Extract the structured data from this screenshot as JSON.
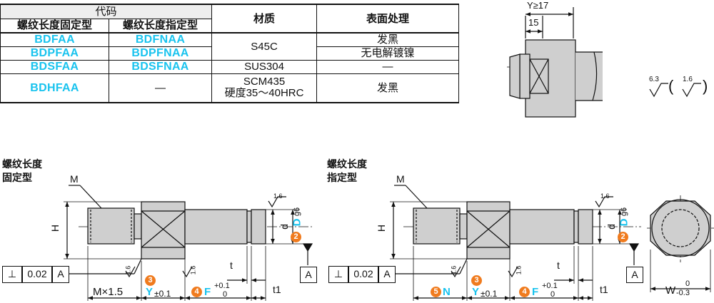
{
  "table": {
    "header_group": "代码",
    "col_fixed": "螺纹长度固定型",
    "col_specified": "螺纹长度指定型",
    "col_material": "材质",
    "col_surface": "表面处理",
    "rows": [
      {
        "fixed": "BDFAA",
        "specified": "BDFNAA",
        "material": "S45C",
        "surface": "发黑"
      },
      {
        "fixed": "BDPFAA",
        "specified": "BDPFNAA",
        "material": "",
        "surface": "无电解镀镍"
      },
      {
        "fixed": "BDSFAA",
        "specified": "BDSFNAA",
        "material": "SUS304",
        "surface": "—"
      },
      {
        "fixed": "BDHFAA",
        "specified": "—",
        "material": "SCM435",
        "material_line2": "硬度35～40HRC",
        "surface": "发黑"
      }
    ]
  },
  "detail": {
    "y_label": "Y≥17",
    "dim_15": "15"
  },
  "roughness": {
    "main": "6.3",
    "paren_open": "(",
    "paren_value": "1.6",
    "paren_close": ")"
  },
  "left_view": {
    "title_line1": "螺纹长度",
    "title_line2": "固定型",
    "label_M": "M",
    "label_H": "H",
    "label_d": "d",
    "label_D": "D",
    "label_g6": "g6",
    "circle_D": "2",
    "rough_top": "1.6",
    "rough_mid1": "1.6",
    "rough_mid2": "1.6",
    "label_t": "t",
    "label_t1": "t1",
    "perp_symbol": "⊥",
    "perp_value": "0.02",
    "perp_datum": "A",
    "datum": "A",
    "dim_M": "M×1.5",
    "circle_Y": "3",
    "label_Y": "Y",
    "tol_Y": "±0.1",
    "circle_F": "4",
    "label_F": "F",
    "tol_F_up": "+0.1",
    "tol_F_low": "0"
  },
  "right_view": {
    "title_line1": "螺纹长度",
    "title_line2": "指定型",
    "label_M": "M",
    "label_H": "H",
    "label_d": "d",
    "label_D": "D",
    "label_g6": "g6",
    "circle_D": "2",
    "rough_top": "1.6",
    "rough_mid1": "1.6",
    "rough_mid2": "1.6",
    "label_t": "t",
    "label_t1": "t1",
    "perp_symbol": "⊥",
    "perp_value": "0.02",
    "perp_datum": "A",
    "datum": "A",
    "circle_N": "5",
    "label_N": "N",
    "circle_Y": "3",
    "label_Y": "Y",
    "tol_Y": "±0.1",
    "circle_F": "4",
    "label_F": "F",
    "tol_F_up": "+0.1",
    "tol_F_low": "0"
  },
  "end_view": {
    "label_W": "W",
    "tol_W_up": "0",
    "tol_W_low": "-0.3"
  },
  "colors": {
    "accent_cyan": "#19c3ee",
    "badge_orange": "#f07b1e",
    "part_gray": "#cfcfcf",
    "line": "#111111"
  }
}
